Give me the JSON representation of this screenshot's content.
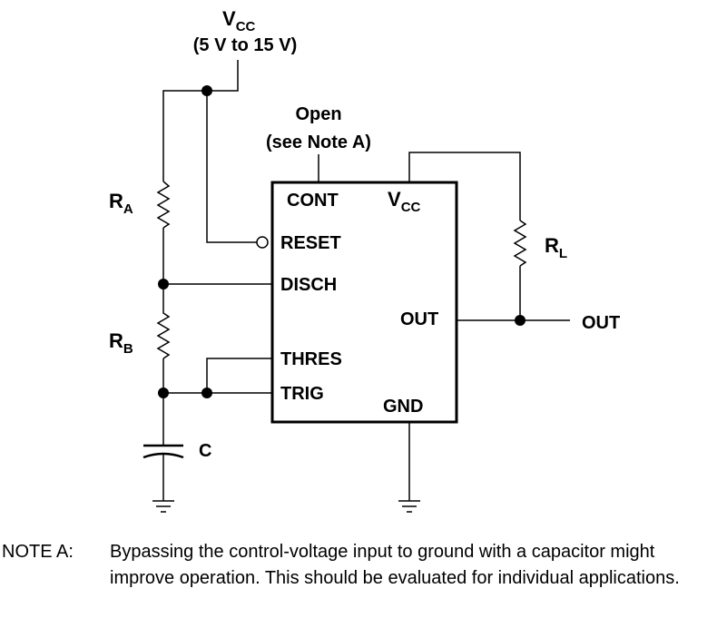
{
  "supply": {
    "symbol": "V",
    "symbol_sub": "CC",
    "range": "(5 V to 15 V)"
  },
  "cont_note": {
    "line1": "Open",
    "line2": "(see Note A)"
  },
  "components": {
    "ra": {
      "letter": "R",
      "sub": "A"
    },
    "rb": {
      "letter": "R",
      "sub": "B"
    },
    "rl": {
      "letter": "R",
      "sub": "L"
    },
    "c": "C"
  },
  "ic_pins": {
    "cont": "CONT",
    "vcc": "V",
    "vcc_sub": "CC",
    "reset": "RESET",
    "disch": "DISCH",
    "out": "OUT",
    "thres": "THRES",
    "trig": "TRIG",
    "gnd": "GND"
  },
  "output_label": "OUT",
  "note": {
    "label": "NOTE A:",
    "text": "Bypassing the control-voltage input to ground with a capacitor might improve operation. This should be evaluated for individual applications."
  }
}
